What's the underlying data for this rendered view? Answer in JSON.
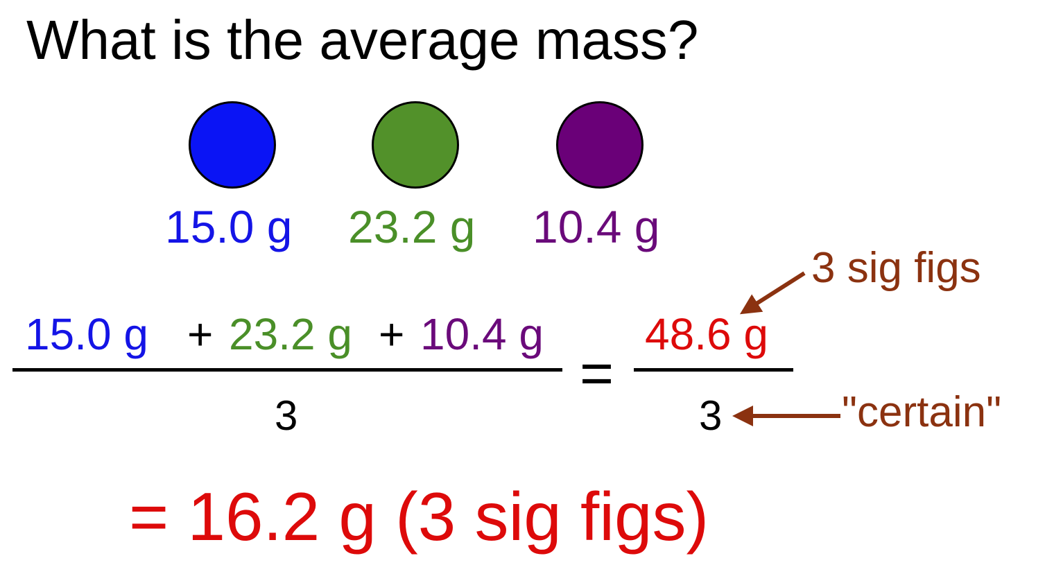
{
  "title": "What is the average mass?",
  "colors": {
    "blue": "#1414e6",
    "green": "#4a8f28",
    "purple": "#6a0a7a",
    "red": "#dd0a0a",
    "brown": "#8b3210",
    "ball_blue": "#0a14f5",
    "ball_green": "#52912a",
    "ball_purple": "#6a0078"
  },
  "balls": [
    {
      "label": "15.0 g",
      "color_name": "blue"
    },
    {
      "label": "23.2 g",
      "color_name": "green"
    },
    {
      "label": "10.4 g",
      "color_name": "purple"
    }
  ],
  "equation": {
    "term1": "15.0 g",
    "plus1": "+",
    "term2": "23.2 g",
    "plus2": "+",
    "term3": "10.4 g",
    "denominator_left": "3",
    "equals": "=",
    "sum": "48.6 g",
    "denominator_right": "3"
  },
  "annotations": {
    "sig_figs_note": "3 sig figs",
    "certain_note": "\"certain\""
  },
  "result": "= 16.2 g (3 sig figs)"
}
